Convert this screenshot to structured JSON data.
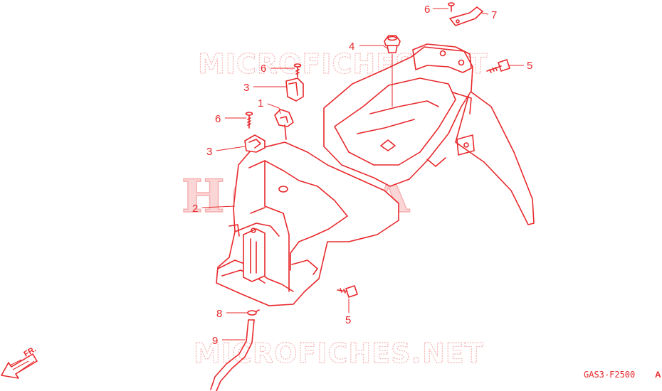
{
  "watermarks": {
    "site_top": "MICROFICHES.NET",
    "site_bottom": "MICROFICHES.NET",
    "brand": "HONDA"
  },
  "callouts": [
    "1",
    "2",
    "3",
    "3",
    "4",
    "5",
    "5",
    "6",
    "6",
    "6",
    "7",
    "8",
    "9"
  ],
  "direction_label": "FR.",
  "diagram_code": "GAS3-F2500",
  "diagram_code_suffix": "A",
  "colors": {
    "line": "#e8282b",
    "watermark": "#f5b6b6"
  }
}
